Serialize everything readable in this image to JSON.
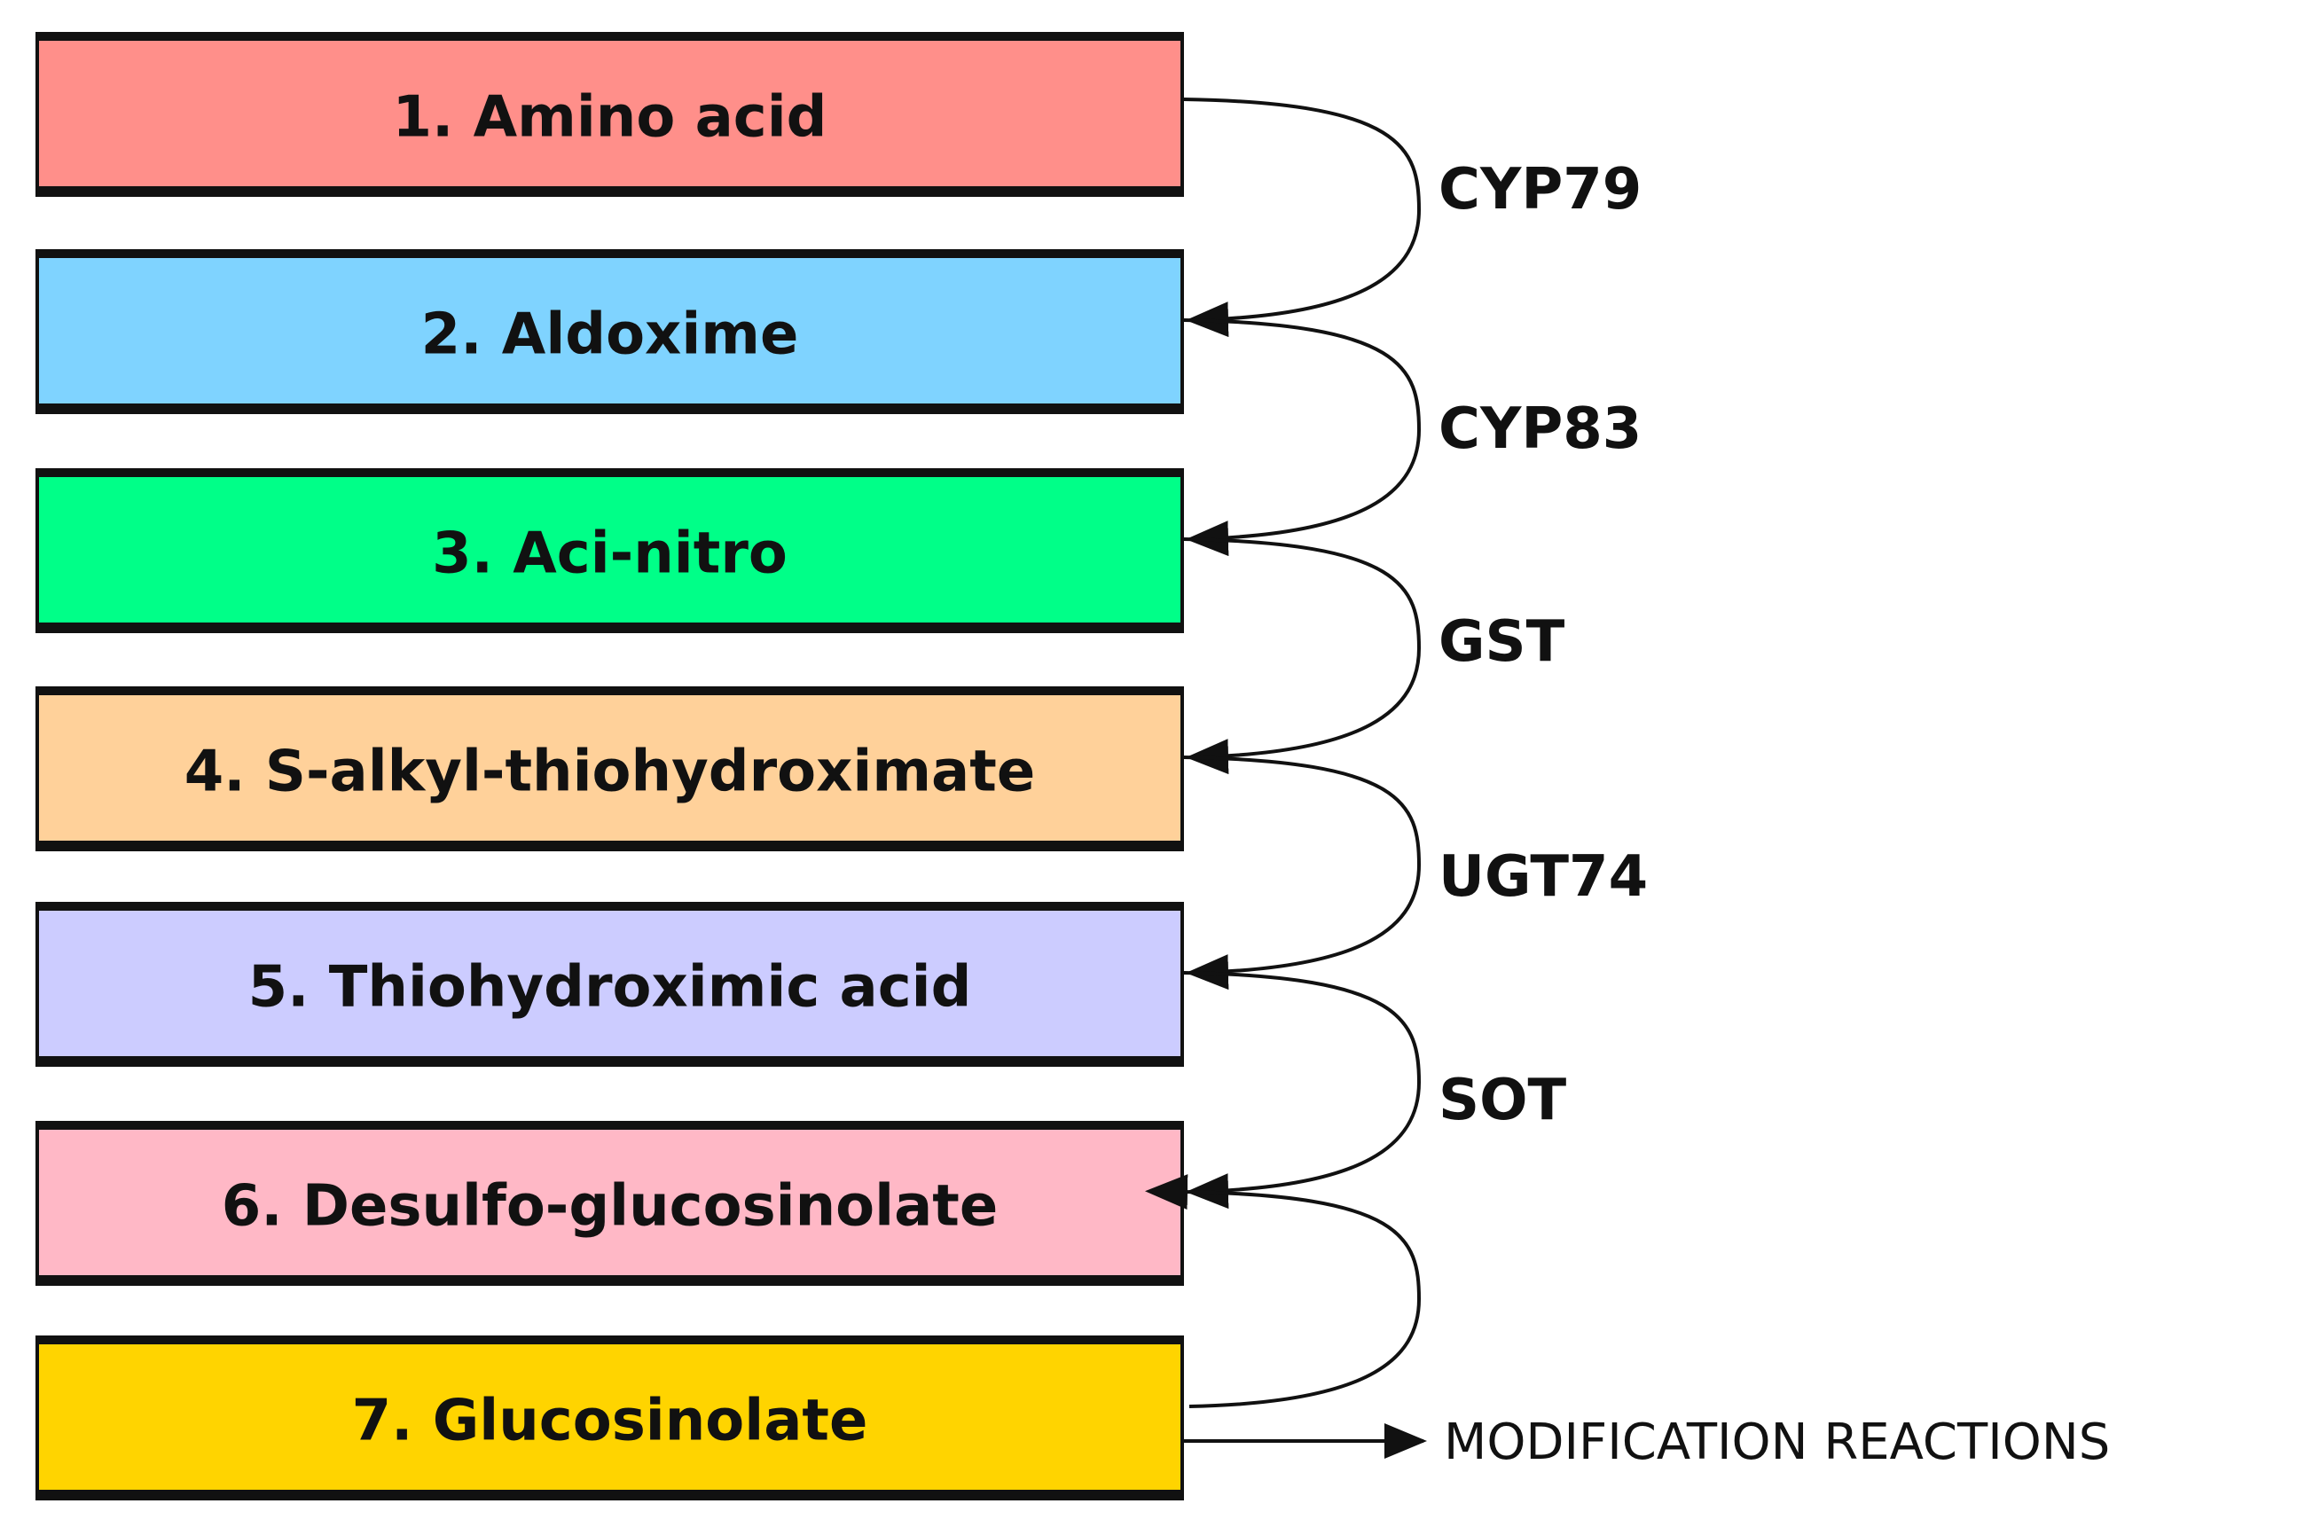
{
  "steps": [
    {
      "label": "1. Amino acid",
      "color": "#FF8F8A"
    },
    {
      "label": "2. Aldoxime",
      "color": "#7FD3FF"
    },
    {
      "label": "3. Aci-nitro",
      "color": "#00FF88"
    },
    {
      "label": "4. S-alkyl-thiohydroximate",
      "color": "#FFD19A"
    },
    {
      "label": "5. Thiohydroximic acid",
      "color": "#CCCCFF"
    },
    {
      "label": "6. Desulfo-glucosinolate",
      "color": "#FFB8C6"
    },
    {
      "label": "7. Glucosinolate",
      "color": "#FFD400"
    }
  ],
  "enzymes": [
    "CYP79",
    "CYP83",
    "GST",
    "UGT74",
    "SOT"
  ],
  "output": {
    "label": "MODIFICATION REACTIONS"
  },
  "colors": {
    "border": "#111111",
    "text": "#111111",
    "background": "#FFFFFF"
  }
}
